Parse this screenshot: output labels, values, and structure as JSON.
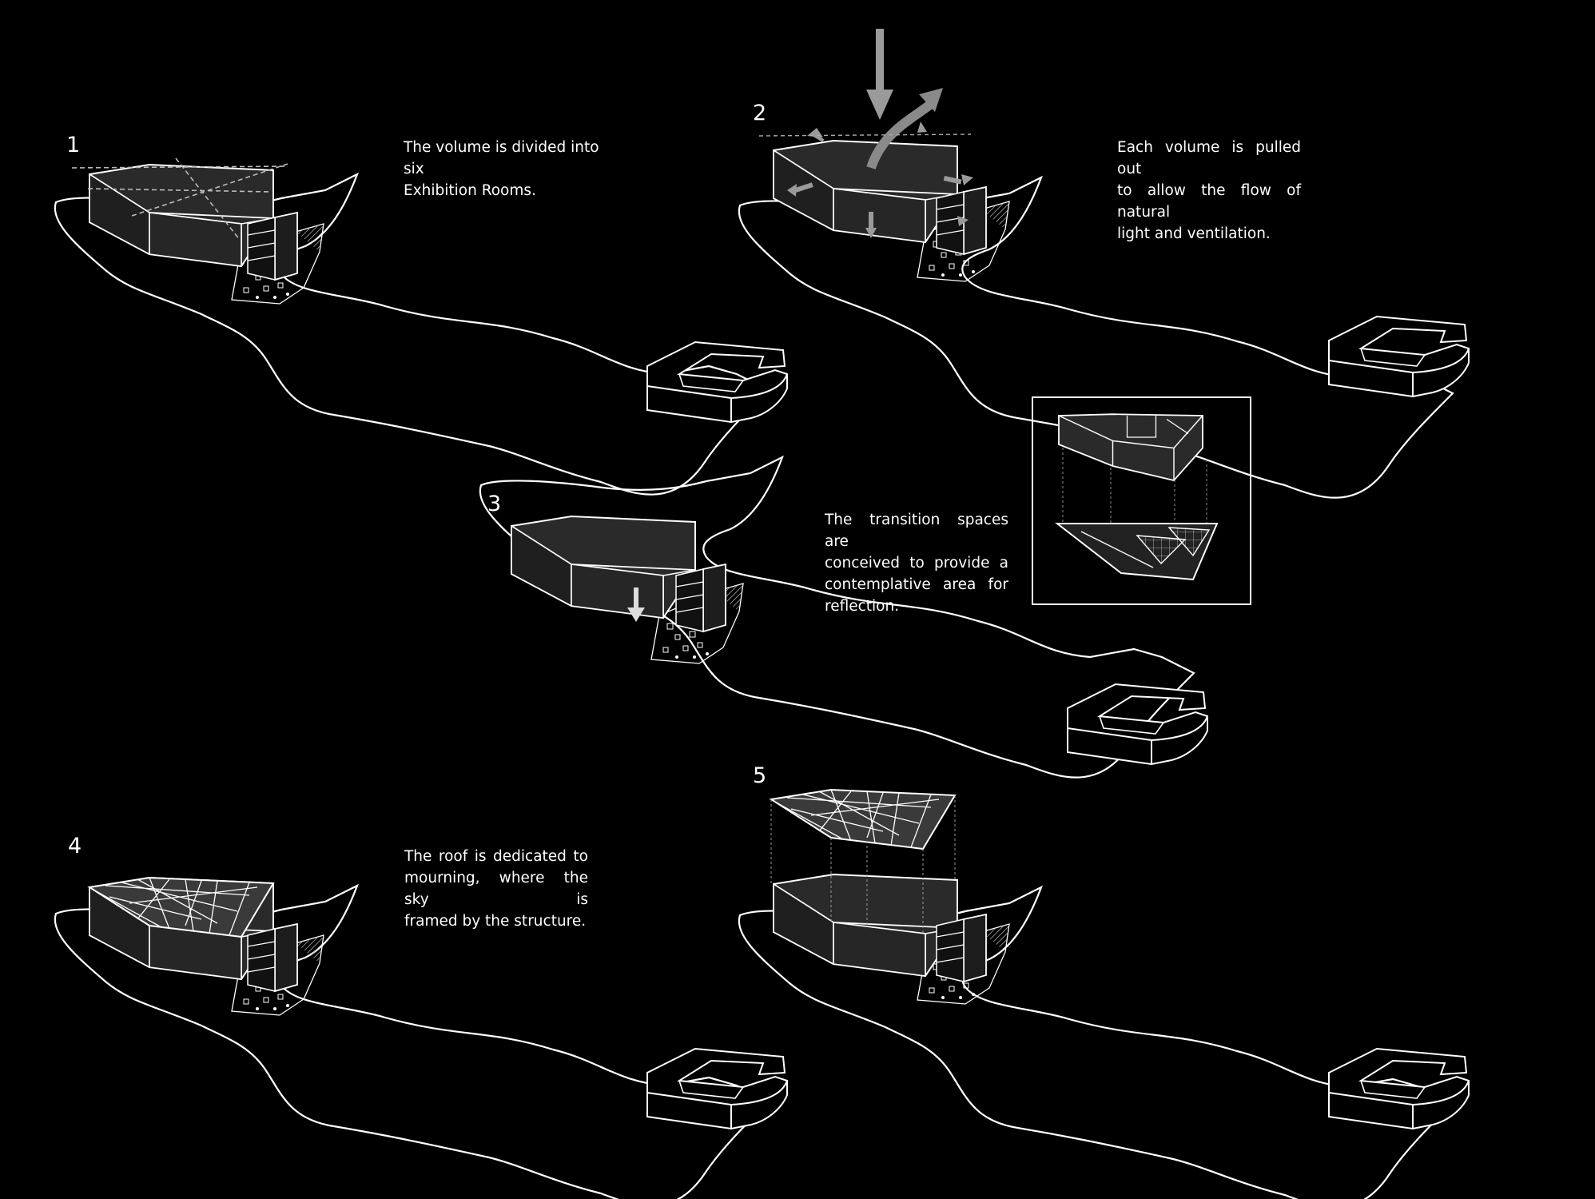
{
  "steps": [
    {
      "number": "1",
      "text_lines": [
        "The volume is divided into six",
        "Exhibition Rooms."
      ]
    },
    {
      "number": "2",
      "text_lines": [
        "Each volume is pulled out",
        "to allow the flow of natural",
        "light and ventilation."
      ]
    },
    {
      "number": "3",
      "text_lines": [
        "The transition spaces are",
        "conceived to provide a",
        "contemplative area for",
        "reflection."
      ]
    },
    {
      "number": "4",
      "text_lines": [
        "The roof is dedicated to",
        "mourning, where the sky is",
        "framed by the structure."
      ]
    },
    {
      "number": "5",
      "text_lines": []
    }
  ],
  "colors": {
    "background": "#000000",
    "line": "#ffffff",
    "volume": "#2c2c2c",
    "arrow": "#9a9a9a"
  }
}
